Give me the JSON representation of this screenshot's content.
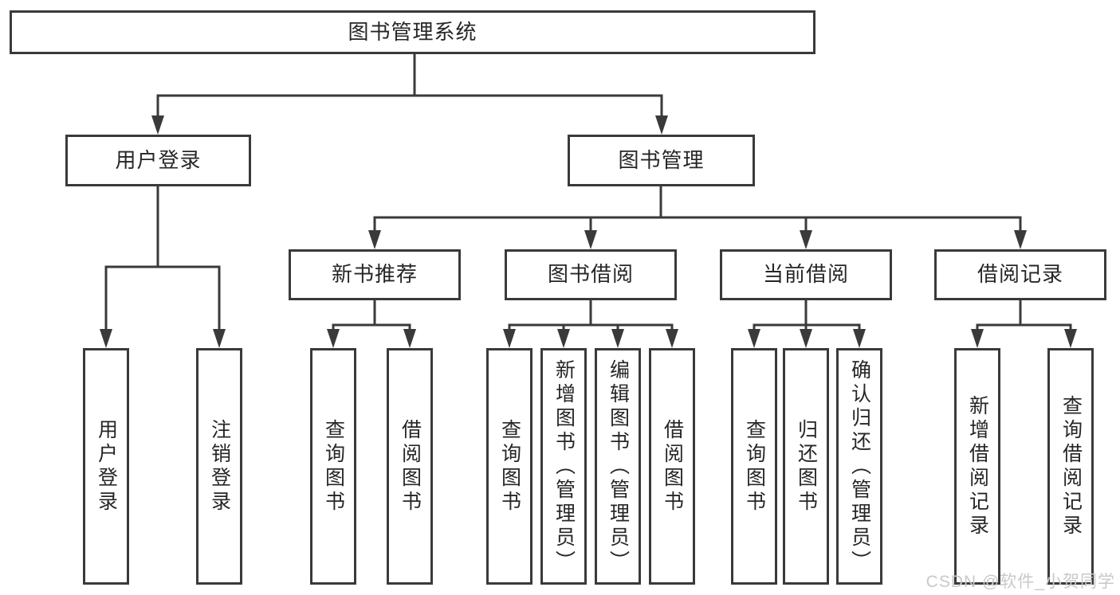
{
  "tree": {
    "label": "图书管理系统",
    "children": [
      {
        "label": "用户登录",
        "children": [
          {
            "label": "用户登录"
          },
          {
            "label": "注销登录"
          }
        ]
      },
      {
        "label": "图书管理",
        "children": [
          {
            "label": "新书推荐",
            "children": [
              {
                "label": "查询图书"
              },
              {
                "label": "借阅图书"
              }
            ]
          },
          {
            "label": "图书借阅",
            "children": [
              {
                "label": "查询图书"
              },
              {
                "label": "新增图书（管理员）"
              },
              {
                "label": "编辑图书（管理员）"
              },
              {
                "label": "借阅图书"
              }
            ]
          },
          {
            "label": "当前借阅",
            "children": [
              {
                "label": "查询图书"
              },
              {
                "label": "归还图书"
              },
              {
                "label": "确认归还（管理员）"
              }
            ]
          },
          {
            "label": "借阅记录",
            "children": [
              {
                "label": "新增借阅记录"
              },
              {
                "label": "查询借阅记录"
              }
            ]
          }
        ]
      }
    ]
  },
  "watermark": {
    "text": "CSDN @软件_小贺同学"
  },
  "colors": {
    "line": "#3a3a3a",
    "node_border": "#3a3a3a",
    "node_background": "#ffffff",
    "text": "#262626",
    "watermark": "#c9c9c9",
    "page_background": "#ffffff"
  }
}
